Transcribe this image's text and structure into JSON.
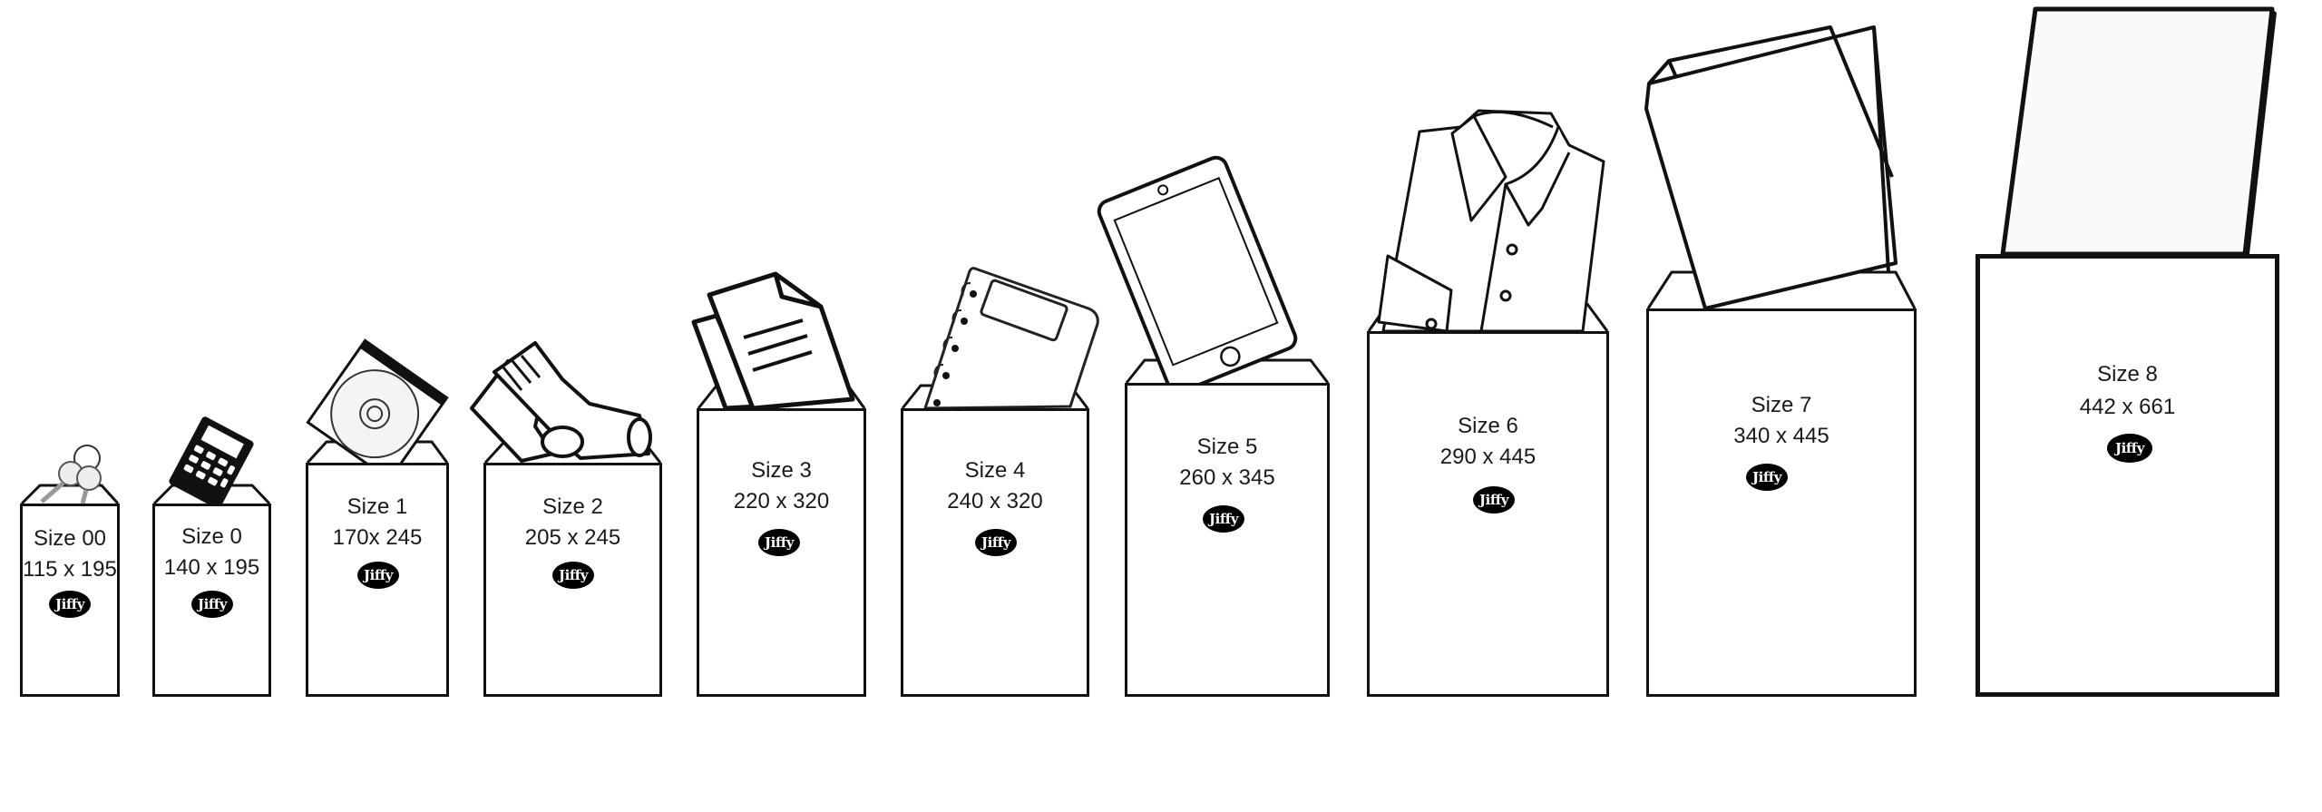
{
  "graphic": {
    "brand": "Jiffy",
    "ink_color": "#111111",
    "background": "#ffffff"
  },
  "envelopes": [
    {
      "size": "Size 00",
      "dimensions": "115 x 195",
      "logo": "Jiffy",
      "contents_icon": "keys-icon"
    },
    {
      "size": "Size 0",
      "dimensions": "140 x 195",
      "logo": "Jiffy",
      "contents_icon": "calculator-icon"
    },
    {
      "size": "Size 1",
      "dimensions": "170x 245",
      "logo": "Jiffy",
      "contents_icon": "cd-case-icon"
    },
    {
      "size": "Size 2",
      "dimensions": "205 x 245",
      "logo": "Jiffy",
      "contents_icon": "socks-icon"
    },
    {
      "size": "Size 3",
      "dimensions": "220 x 320",
      "logo": "Jiffy",
      "contents_icon": "documents-icon"
    },
    {
      "size": "Size 4",
      "dimensions": "240 x 320",
      "logo": "Jiffy",
      "contents_icon": "notebook-icon"
    },
    {
      "size": "Size 5",
      "dimensions": "260 x 345",
      "logo": "Jiffy",
      "contents_icon": "tablet-icon"
    },
    {
      "size": "Size 6",
      "dimensions": "290 x 445",
      "logo": "Jiffy",
      "contents_icon": "shirt-icon"
    },
    {
      "size": "Size 7",
      "dimensions": "340 x 445",
      "logo": "Jiffy",
      "contents_icon": "binder-icon"
    },
    {
      "size": "Size 8",
      "dimensions": "442 x 661",
      "logo": "Jiffy",
      "contents_icon": "board-icon"
    }
  ]
}
